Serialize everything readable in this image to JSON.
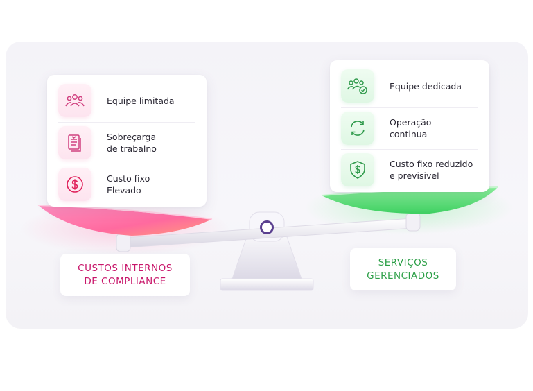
{
  "left_panel": {
    "items": [
      {
        "icon": "team-icon",
        "label": "Equipe limitada"
      },
      {
        "icon": "document-icon",
        "label": "Sobreçarga\nde trabalno"
      },
      {
        "icon": "dollar-icon",
        "label": "Custo fixo\nElevado"
      }
    ],
    "caption": "CUSTOS INTERNOS\nDE COMPLIANCE"
  },
  "right_panel": {
    "items": [
      {
        "icon": "team-check-icon",
        "label": "Equipe dedicada"
      },
      {
        "icon": "refresh-icon",
        "label": "Operação\ncontinua"
      },
      {
        "icon": "shield-dollar-icon",
        "label": "Custo fixo reduzido\ne previsivel"
      }
    ],
    "caption": "SERVIÇOS\nGERENCIADOS"
  },
  "colors": {
    "pink_accent": "#c8166a",
    "green_accent": "#2c9f47",
    "pink_pan": "#ff7ab0",
    "green_pan": "#4fd66e",
    "scale_pivot": "#5a3f8f"
  }
}
